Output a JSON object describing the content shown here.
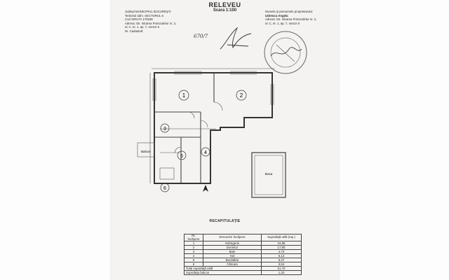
{
  "header": {
    "title": "RELEVEU",
    "scale": "Scara 1:100"
  },
  "left_block": [
    "Judeţul MUNICIPIUL BUCUREŞTI",
    "Teritoriul adm. SECTORUL 6",
    "Cod SIRUTA 179196",
    "Adresa: Str. Intrarea Portocalelor nr. 2,",
    "sc C, et. 1, ap. 7, sector 6",
    "Nr. Cadastral:"
  ],
  "right_block": {
    "caption": "Numele şi prenumele proprietarului:",
    "owner": "Udrescu Angela",
    "lines": [
      "Adresa: Str. Intrarea Portocalelor nr. 2,",
      "sc C, et. 1, ap. 7, sector 6"
    ]
  },
  "handwriting": "670/7",
  "plan": {
    "room_numbers": [
      "1",
      "2",
      "3",
      "4",
      "5",
      "6"
    ],
    "balcon_label": "Balcon",
    "boxa_label": "Boxa"
  },
  "recap": {
    "title": "RECAPITULAŢIE",
    "headers": [
      "Nr. încăpere",
      "Denumire încăpere",
      "Suprafaţă utilă (mp.)"
    ],
    "rows": [
      [
        "1",
        "Sufragerie",
        "16,88"
      ],
      [
        "2",
        "Dormitor",
        "17,90"
      ],
      [
        "3",
        "Baie",
        "4,73"
      ],
      [
        "4",
        "Hol",
        "6,12"
      ],
      [
        "5",
        "Bucătărie",
        "5,37"
      ],
      [
        "6",
        "Cămara",
        "0,84"
      ]
    ],
    "total_label": "Total suprafaţă utilă",
    "total_value": "51,70",
    "balcon_total_label": "Suprafaţa balcon",
    "balcon_total_value": "1,33"
  }
}
